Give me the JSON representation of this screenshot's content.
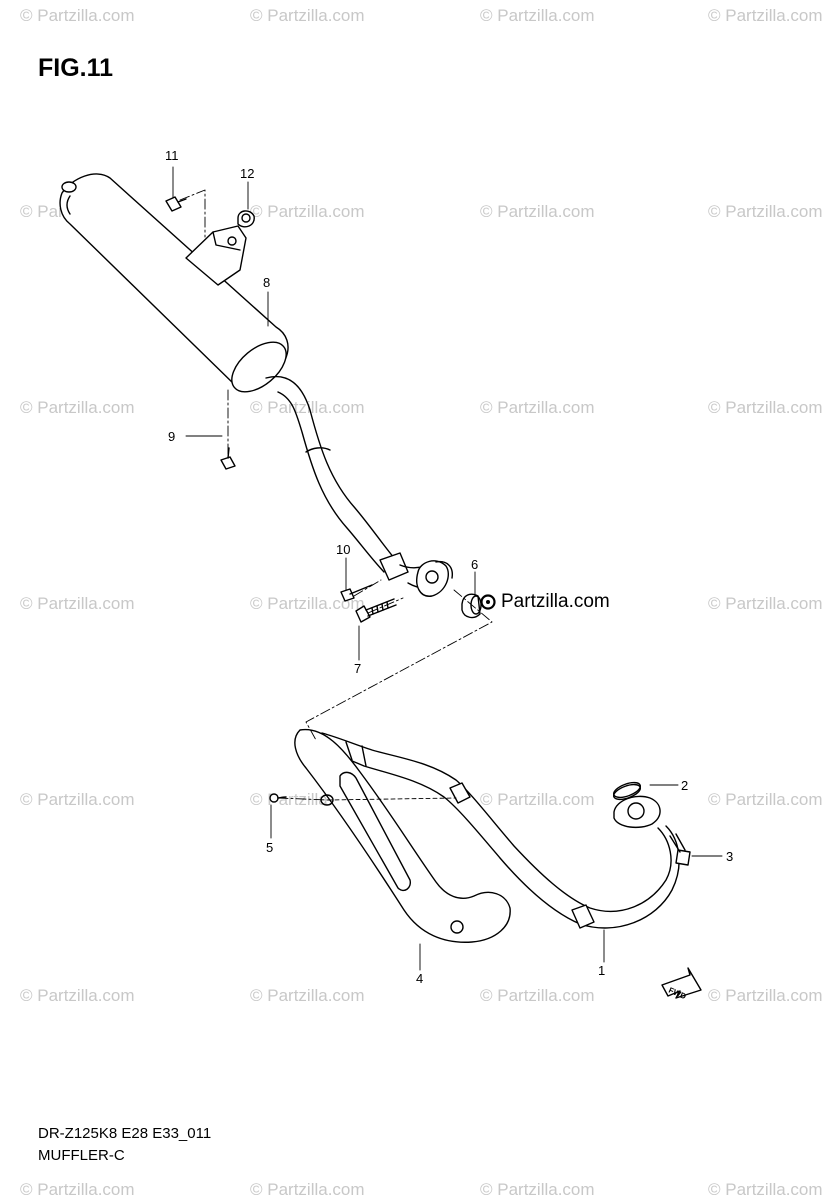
{
  "figure": {
    "title": "FIG.11",
    "code": "DR-Z125K8 E28 E33_011",
    "name": "MUFFLER-C"
  },
  "brand": {
    "label": "Partzilla.com",
    "icon": "partzilla-logo-icon"
  },
  "watermark": {
    "text": "© Partzilla.com"
  },
  "callouts": [
    {
      "id": "1",
      "part": "exhaust-pipe"
    },
    {
      "id": "2",
      "part": "gasket"
    },
    {
      "id": "3",
      "part": "bolt"
    },
    {
      "id": "4",
      "part": "heat-shield"
    },
    {
      "id": "5",
      "part": "screw"
    },
    {
      "id": "6",
      "part": "cushion"
    },
    {
      "id": "7",
      "part": "bolt"
    },
    {
      "id": "8",
      "part": "muffler"
    },
    {
      "id": "9",
      "part": "bolt"
    },
    {
      "id": "10",
      "part": "bolt"
    },
    {
      "id": "11",
      "part": "bolt"
    },
    {
      "id": "12",
      "part": "cushion"
    }
  ],
  "fwd_label": "FWD",
  "colors": {
    "line": "#000000",
    "watermark": "#c8c8c8"
  }
}
